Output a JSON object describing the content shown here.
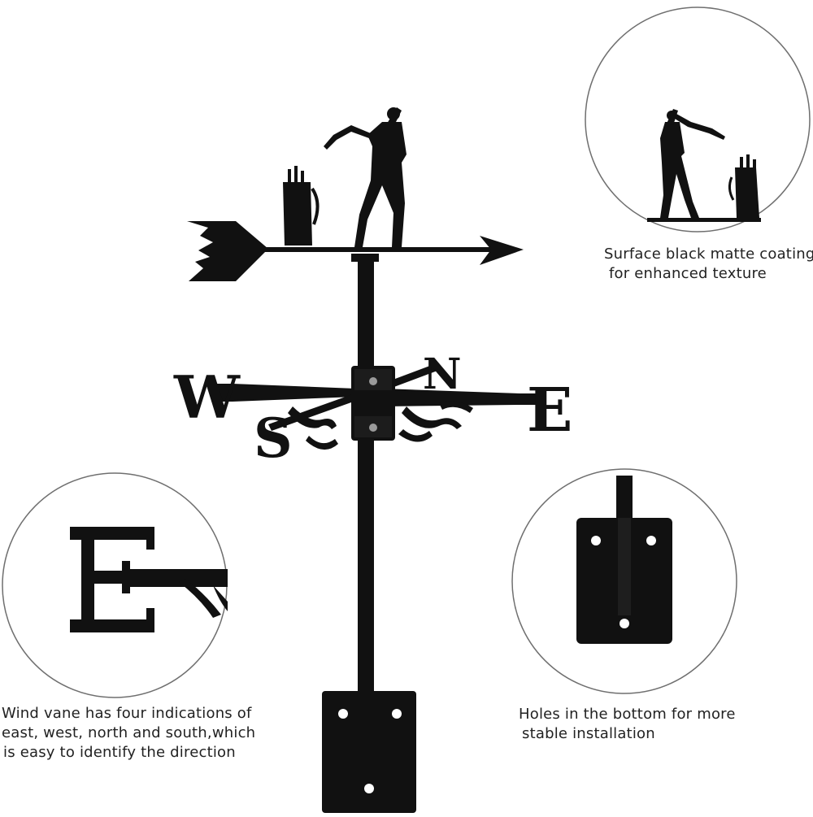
{
  "product": {
    "compass_letters": {
      "west": "W",
      "east": "E",
      "north": "N",
      "south": "S"
    }
  },
  "callouts": {
    "coating": {
      "lines": [
        "Surface black matte coating",
        "for enhanced texture"
      ],
      "icon": "golfer-closeup"
    },
    "directions": {
      "lines": [
        "Wind vane has four indications of",
        "east, west, north and south,which",
        "is easy to identify the direction"
      ],
      "icon": "east-letter-closeup"
    },
    "mounting": {
      "lines": [
        "Holes in the bottom for more",
        "stable installation"
      ],
      "icon": "mounting-plate-closeup"
    }
  },
  "colors": {
    "metal": "#111111",
    "circle_stroke": "#6f6f6f",
    "hole": "#ffffff",
    "text": "#222222"
  }
}
